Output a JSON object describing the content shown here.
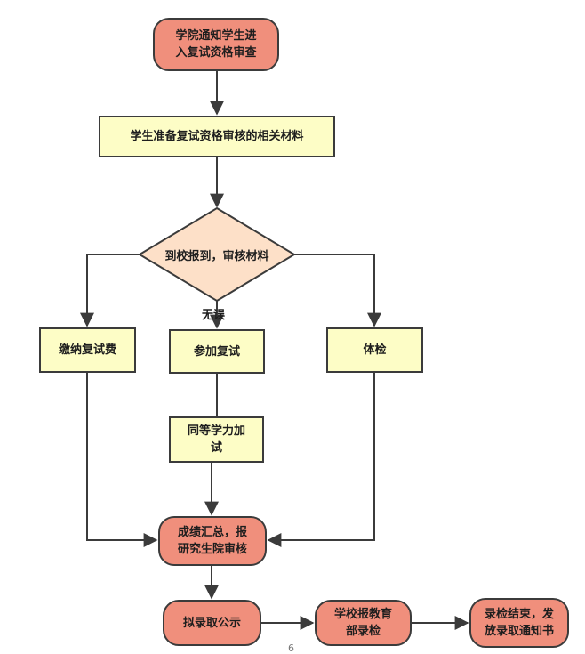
{
  "colors": {
    "terminal_fill": "#f08f7c",
    "process_fill": "#fdfdc6",
    "decision_fill": "#fde0c8",
    "stroke": "#3b3b3b"
  },
  "nodes": {
    "start": "学院通知学生进\n入复试资格审查",
    "prepare": "学生准备复试资格审核的相关材料",
    "decision": "到校报到，审核材料",
    "pay_fee": "缴纳复试费",
    "attend_exam": "参加复试",
    "medical": "体检",
    "equivalent_exam": "同等学力加\n试",
    "summary": "成绩汇总，报\n研究生院审核",
    "publicity": "拟录取公示",
    "school_check": "学校报教育\n部录检",
    "end": "录检结束，发\n放录取通知书"
  },
  "edge_labels": {
    "no_error": "无误"
  },
  "footer": {
    "page_number": "6"
  }
}
